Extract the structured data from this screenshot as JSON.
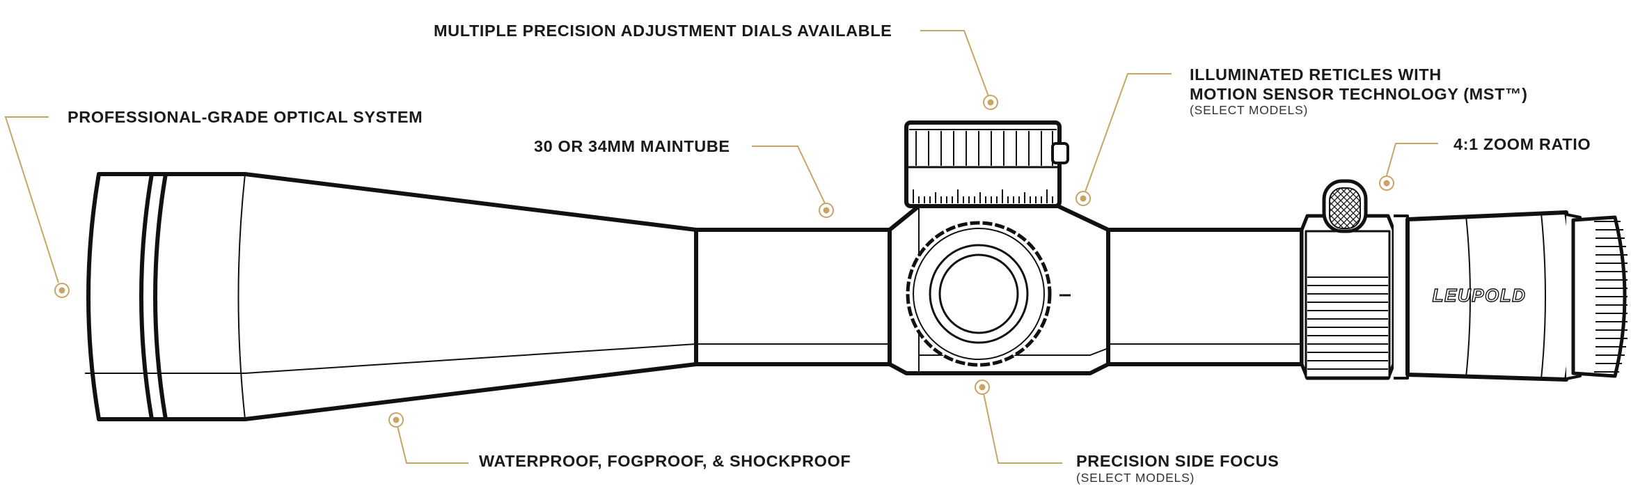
{
  "colors": {
    "outline": "#111111",
    "accent": "#c8a465",
    "background": "#ffffff"
  },
  "brand_text": "LEUPOLD",
  "callouts": {
    "dials": {
      "title": "MULTIPLE PRECISION ADJUSTMENT DIALS AVAILABLE"
    },
    "optics": {
      "title": "PROFESSIONAL-GRADE OPTICAL SYSTEM"
    },
    "maintube": {
      "title": "30 OR 34MM MAINTUBE"
    },
    "reticle": {
      "title_line1": "ILLUMINATED RETICLES WITH",
      "title_line2": "MOTION SENSOR TECHNOLOGY (MST™)",
      "note": "(SELECT MODELS)"
    },
    "zoom": {
      "title": "4:1 ZOOM RATIO"
    },
    "waterproof": {
      "title": "WATERPROOF, FOGPROOF, & SHOCKPROOF"
    },
    "focus": {
      "title": "PRECISION SIDE FOCUS",
      "note": "(SELECT MODELS)"
    }
  }
}
